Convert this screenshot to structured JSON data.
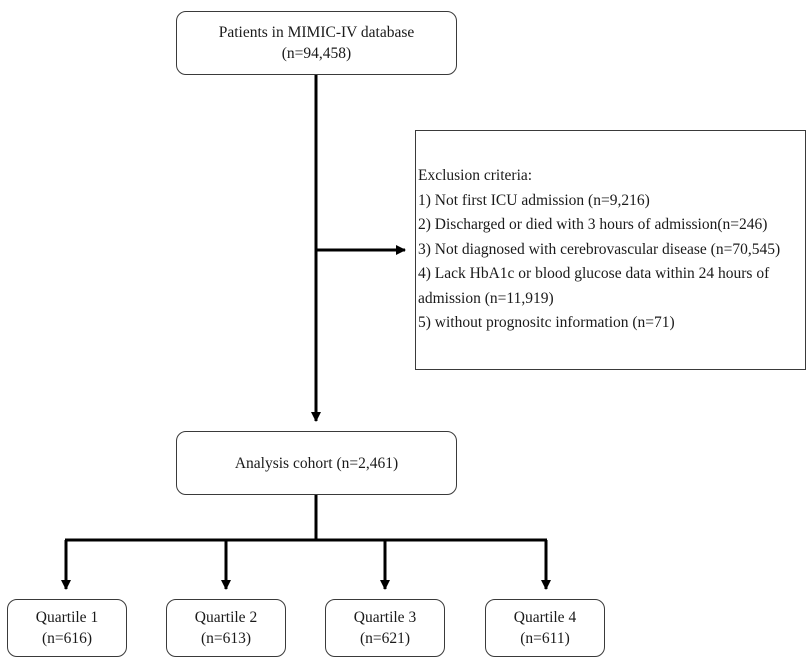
{
  "diagram": {
    "start": {
      "line1": "Patients in MIMIC-IV database",
      "line2": "(n=94,458)"
    },
    "exclusion": {
      "title": "Exclusion criteria:",
      "items": [
        "1) Not first ICU admission (n=9,216)",
        "2) Discharged or died with 3 hours of admission(n=246)",
        "3) Not diagnosed with cerebrovascular disease (n=70,545)",
        "4) Lack HbA1c or blood glucose data within 24 hours of",
        "admission (n=11,919)",
        "5) without prognositc information (n=71)"
      ]
    },
    "cohort": {
      "label": "Analysis cohort (n=2,461)"
    },
    "quartiles": [
      {
        "name": "Quartile 1",
        "n": "(n=616)"
      },
      {
        "name": "Quartile 2",
        "n": "(n=613)"
      },
      {
        "name": "Quartile 3",
        "n": "(n=621)"
      },
      {
        "name": "Quartile 4",
        "n": "(n=611)"
      }
    ]
  }
}
